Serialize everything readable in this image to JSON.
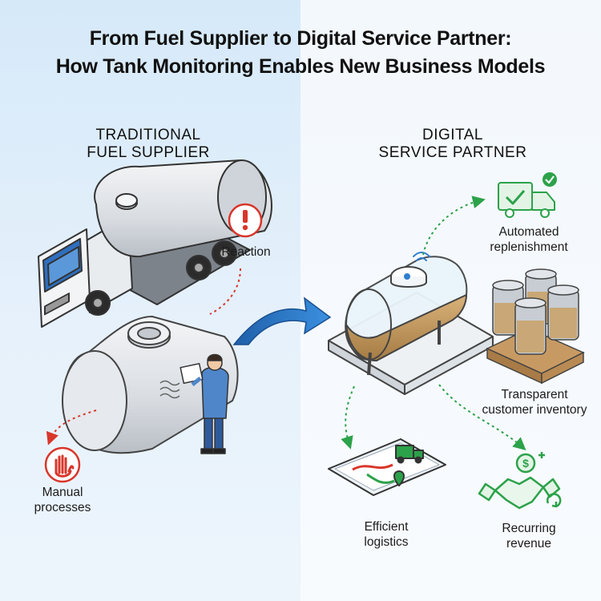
{
  "title": {
    "line1": "From Fuel Supplier to Digital Service Partner:",
    "line2": "How Tank Monitoring Enables New Business Models"
  },
  "left": {
    "heading_line1": "TRADITIONAL",
    "heading_line2": "FUEL SUPPLIER",
    "reaction_label": "Reaction",
    "manual_line1": "Manual",
    "manual_line2": "processes"
  },
  "right": {
    "heading_line1": "DIGITAL",
    "heading_line2": "SERVICE PARTNER",
    "replenish_line1": "Automated",
    "replenish_line2": "replenishment",
    "inventory_line1": "Transparent",
    "inventory_line2": "customer inventory",
    "logistics_line1": "Efficient",
    "logistics_line2": "logistics",
    "revenue_line1": "Recurring",
    "revenue_line2": "revenue"
  },
  "colors": {
    "accent_blue": "#2f7fd0",
    "alert_red": "#d9362b",
    "success_green": "#2ca24a",
    "fuel_amber": "#c9a065"
  },
  "icons": {
    "reaction": "exclamation-icon",
    "manual": "hand-stop-icon",
    "replenish": "delivery-truck-check-icon",
    "inventory": "fuel-barrels-icon",
    "logistics": "route-map-icon",
    "revenue": "handshake-dollar-icon"
  }
}
